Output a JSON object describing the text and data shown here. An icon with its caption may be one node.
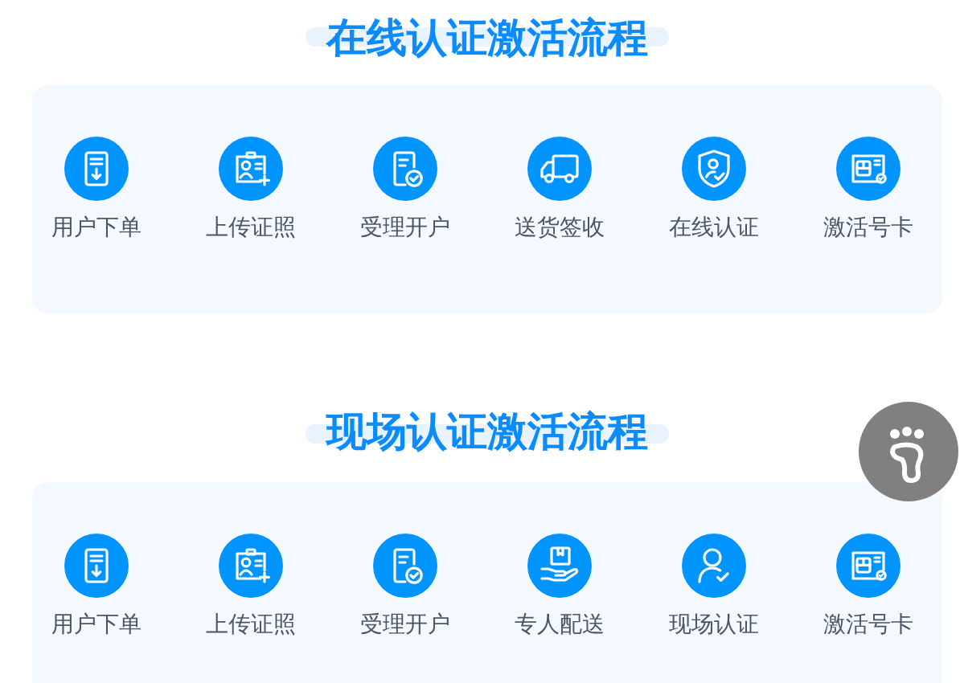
{
  "diagram": {
    "nodes": [
      {
        "text": [
          "在线认证激活流程"
        ]
      },
      {
        "text": [
          "用户下单"
        ],
        "in": 0
      },
      {
        "text": [
          "上传证照"
        ],
        "in": 0
      },
      {
        "text": [
          "受理开户"
        ],
        "in": 0
      },
      {
        "text": [
          "送货签收"
        ],
        "in": 0
      },
      {
        "text": [
          "在线认证"
        ],
        "in": 0
      },
      {
        "text": [
          "激活号卡"
        ],
        "in": 0
      },
      {
        "text": [
          "现场认证激活流程"
        ]
      },
      {
        "text": [
          "用户下单"
        ],
        "in": 7
      },
      {
        "text": [
          "上传证照"
        ],
        "in": 7
      },
      {
        "text": [
          "受理开户"
        ],
        "in": 7
      },
      {
        "text": [
          "专人配送"
        ],
        "in": 7
      },
      {
        "text": [
          "现场认证"
        ],
        "in": 7
      },
      {
        "text": [
          "激活号卡"
        ],
        "in": 7
      }
    ]
  }
}
